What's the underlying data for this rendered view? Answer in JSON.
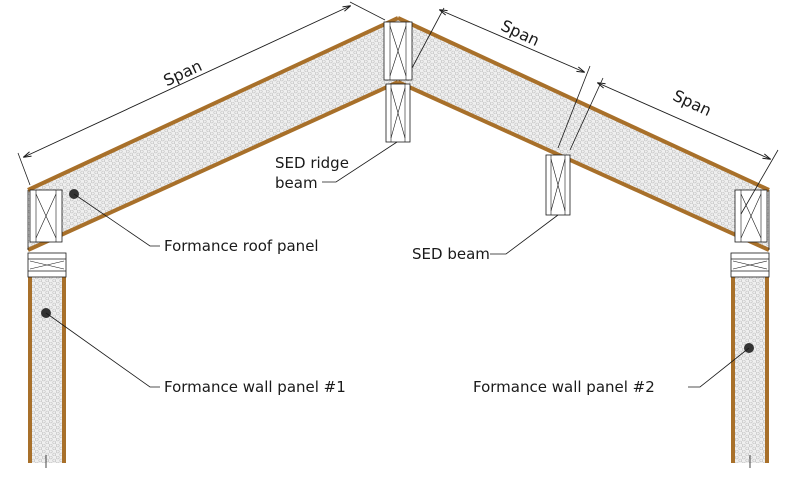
{
  "labels": {
    "span_left": "Span",
    "span_right_upper": "Span",
    "span_right_lower": "Span",
    "ridge_beam_line1": "SED ridge",
    "ridge_beam_line2": "beam",
    "roof_panel": "Formance roof panel",
    "sed_beam": "SED beam",
    "wall_panel_1": "Formance wall panel #1",
    "wall_panel_2": "Formance wall panel #2"
  },
  "colors": {
    "wood_skin": "#a8702a",
    "foam_fill": "#eeeeee",
    "foam_cell": "#bdbdbd",
    "line": "#1a1a1a",
    "marker": "#333333"
  }
}
